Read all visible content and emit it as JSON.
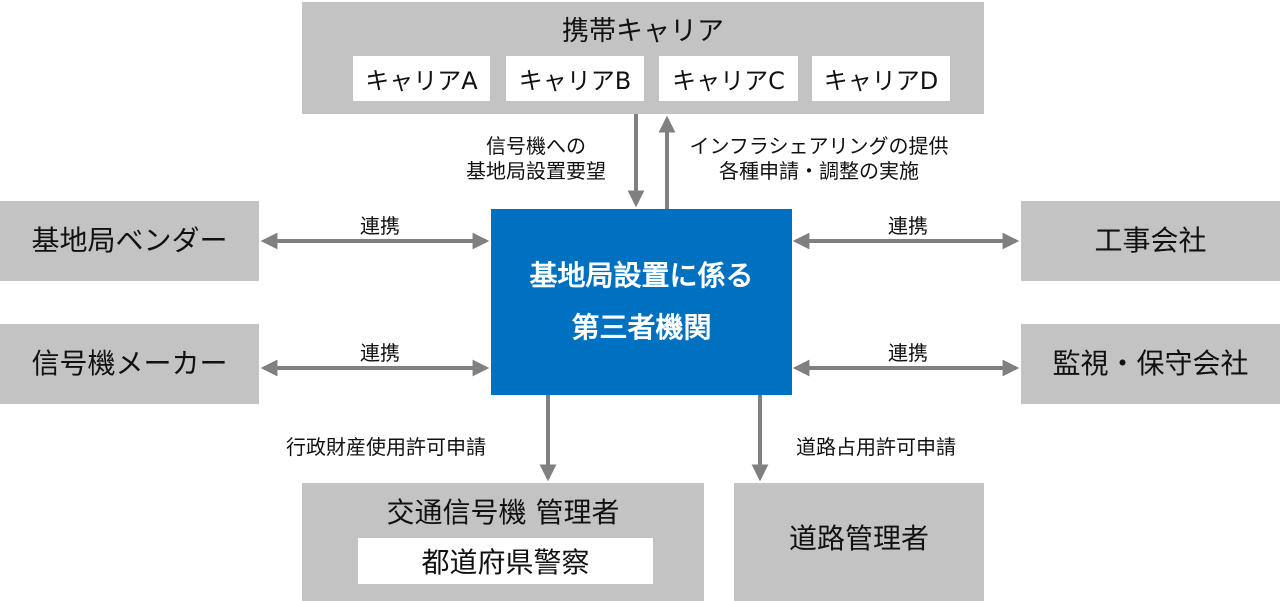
{
  "colors": {
    "box_gray": "#c3c3c3",
    "center_blue": "#0070c0",
    "arrow_gray": "#808080"
  },
  "carriers": {
    "title": "携帯キャリア",
    "items": [
      "キャリアA",
      "キャリアB",
      "キャリアC",
      "キャリアD"
    ]
  },
  "center": {
    "line1": "基地局設置に係る",
    "line2": "第三者機関"
  },
  "left_top": {
    "label": "基地局ベンダー"
  },
  "left_bottom": {
    "label": "信号機メーカー"
  },
  "right_top": {
    "label": "工事会社"
  },
  "right_bottom": {
    "label": "監視・保守会社"
  },
  "traffic": {
    "title": "交通信号機 管理者",
    "sub": "都道府県警察"
  },
  "road": {
    "label": "道路管理者"
  },
  "edges": {
    "request_line1": "信号機への",
    "request_line2": "基地局設置要望",
    "provide_line1": "インフラシェアリングの提供",
    "provide_line2": "各種申請・調整の実施",
    "link_left_top": "連携",
    "link_left_bottom": "連携",
    "link_right_top": "連携",
    "link_right_bottom": "連携",
    "admin_permit": "行政財産使用許可申請",
    "road_permit": "道路占用許可申請"
  }
}
